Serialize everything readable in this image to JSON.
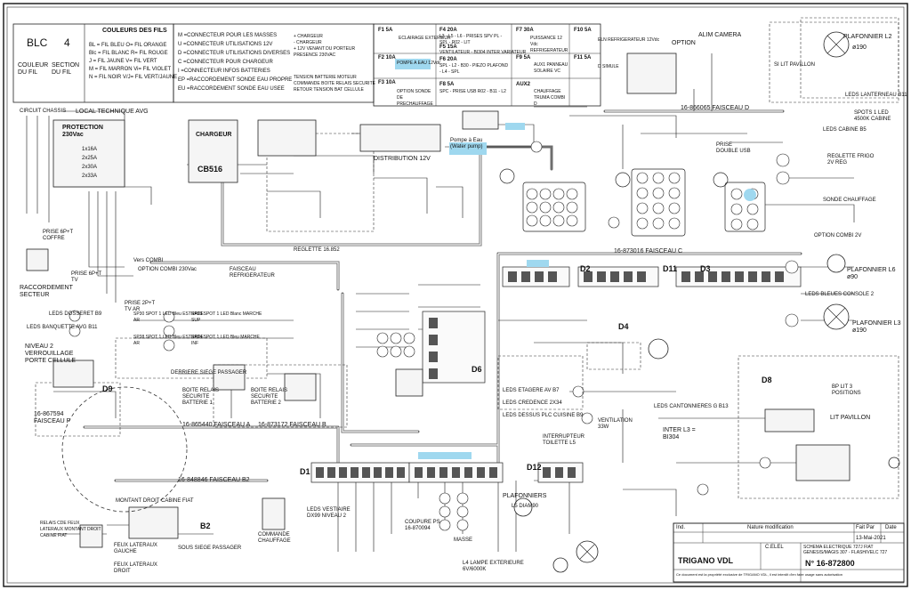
{
  "legend": {
    "key_code": "BLC",
    "key_section": "4",
    "key_colour_caption": "COULEUR DU FIL",
    "key_section_caption": "SECTION DU FIL",
    "title": "COULEURS DES FILS",
    "colours": [
      "BL = FIL BLEU   O= FIL ORANGE",
      "Blc = FIL BLANC R= FIL ROUGE",
      "J = FIL JAUNE  V= FIL VERT",
      "M = FIL MARRON Vi= FIL VIOLET",
      "N = FIL NOIR   V/J= FIL VERT/JAUNE"
    ],
    "connectors": [
      "M =CONNECTEUR POUR LES MASSES",
      "U =CONNECTEUR UTILISATIONS 12V",
      "D =CONNECTEUR UTILISATIONS DIVERSES",
      "C =CONNECTEUR POUR CHARGEUR",
      "I =CONNECTEUR INFOS BATTERIES",
      "EP =RACCORDEMENT SONDE EAU PROPRE",
      "EU =RACCORDEMENT SONDE EAU USEE"
    ],
    "charger_pins": [
      "+ CHARGEUR",
      "- CHARGEUR",
      "+ 12V VENANT DU PORTEUR",
      "PRESENCE 230VAC"
    ],
    "info_pins": [
      "TENSION BATTERIE MOTEUR",
      "COMMANDE BOITE RELAIS SECURITE",
      "RETOUR TENSION BAT CELLULE"
    ]
  },
  "fuses": [
    {
      "id": "F1 5A",
      "label": "ECLAIRAGE EXTERIEUR"
    },
    {
      "id": "F2 10A",
      "label": "POMPE A EAU 12Vdc"
    },
    {
      "id": "F3 10A",
      "label": "OPTION SONDE DE PRECHAUFFAGE"
    },
    {
      "id": "F4 20A",
      "label": "L3 - L5 - L6 - PRISES SPV PL - SPL - R02 - LIT"
    },
    {
      "id": "F5 15A",
      "label": "VENTILATEUR - BI304 INTER VARIATEUR"
    },
    {
      "id": "F6 20A",
      "label": "SPL - L2 - B30 - PIEZO PLAFOND - L4 - SPL"
    },
    {
      "id": "F7 30A",
      "label": "PUISSANCE 12 Vdc REFRIGERATEUR"
    },
    {
      "id": "F8 5A",
      "label": "SPC - PRISE USB R02 - B11 - L2"
    },
    {
      "id": "F9 5A",
      "label": "AUX1 PANNEAU SOLAIRE VC"
    },
    {
      "id": "F10 5A",
      "label": "ELN REFRIGERATEUR 12Vdc"
    },
    {
      "id": "F11 5A",
      "label": "D SIMULE"
    },
    {
      "id": "AUX2",
      "label": "CHAUFFAGE TRUMA COMBI D"
    }
  ],
  "labels": {
    "option": "OPTION",
    "alim_camera": "ALIM CAMERA",
    "local_technique": "LOCAL TECHNIQUE AVG",
    "circuit_chassis": "CIRCUIT CHASSIS",
    "protection": "PROTECTION 230Vac",
    "breakers": [
      "1x16A",
      "2x25A",
      "2x30A",
      "2x33A"
    ],
    "chargeur": "CHARGEUR",
    "cb516": "CB516",
    "distribution": "DISTRIBUTION 12V",
    "pompe": "Pompe à Eau (Water pump)",
    "raccordement": "RACCORDEMENT SECTEUR",
    "prise_tv": "PRISE 6P+T TV",
    "prise_coffre": "PRISE 6P+T COFFRE",
    "prise_tv_ar": "PRISE 2P+T TV AR",
    "vers_combi": "Vers COMBI",
    "option_combi": "OPTION COMBI 230Vac",
    "leds_banquette": "LEDS BANQUETTE AVG B11",
    "leds_dosseret": "LEDS DOSSERET B9",
    "niveau2_verrou": "NIVEAU 2 VERROUILLAGE PORTE CELLULE",
    "faisceau_p": "16-867594 FAISCEAU P",
    "montant": "MONTANT DROIT CABINE FIAT",
    "faisceau_b2": "16-848846 FAISCEAU B2",
    "b2": "B2",
    "sous_siege": "SOUS SIEGE PASSAGER",
    "commande_chauffage": "COMMANDE CHAUFFAGE",
    "relais": "RELAIS CDE FEUX LATERAUX MONTANT DROIT CABINE FIAT",
    "feux_gauche": "FEUX LATERAUX GAUCHE",
    "feux_droit": "FEUX LATERAUX DROIT",
    "boite_relais": "BOITE RELAIS SECURITE BATTERIE 1",
    "boite_relais2": "BOITE RELAIS SECURITE BATTERIE 2",
    "derriere_siege": "DERRIERE SIEGE PASSAGER",
    "reglette": "REGLETTE 16.852",
    "faisceau_refrig": "FAISCEAU REFRIGERATEUR",
    "spot1": "SP30 SPOT 1 LED Bleu ESTRADE AR",
    "spot2": "SP93 SPOT 1 LED Blanc MARCHE SUP",
    "spot3": "SP94 SPOT 1 LED Bleu MARCHE INF",
    "spot4": "SP38 SPOT 1 LED Bleu ESTRADE AR",
    "plafonnier_l2": "PLAFONNIER L2",
    "plafonnier_l2_d": "ø190",
    "plafonnier_l6": "PLAFONNIER L6 ø90",
    "plafonnier_l3": "PLAFONNIER L3 ø190",
    "si_lit_pavillon": "SI LIT PAVILLON",
    "leds_lanterneau": "LEDS LANTERNEAU B11",
    "spots_leds": "SPOTS 1 LED 4500K CABINE",
    "leds_cabine": "LEDS CABINE B5",
    "prise_usb": "PRISE DOUBLE USB",
    "reglette_frigo": "REGLETTE FRIGO 2V REG",
    "option_combi2": "OPTION COMBI 2V",
    "sonde_chauffage": "SONDE CHAUFFAGE",
    "leds_bleues": "LEDS BLEUES CONSOLE 2",
    "faisceau_c": "16-873016 FAISCEAU C",
    "faisceau_d": "16-866065 FAISCEAU D",
    "faisceau_a": "16-865440 FAISCEAU A",
    "faisceau_b": "16-873172 FAISCEAU B",
    "d1": "D1",
    "d2": "D2",
    "d3": "D3",
    "d4": "D4",
    "d6": "D6",
    "d8": "D8",
    "d9": "D9",
    "d11": "D11",
    "d12": "D12",
    "plafonniers": "PLAFONNIERS",
    "l5": "L5 DIAM90",
    "coupure": "COUPURE PS 16-870094",
    "masse": "MASSE",
    "lampe_ext": "L4 LAMPE EXTERIEURE 6V/6000K",
    "inter_l3": "INTER L3 = BI304",
    "lit_pavillon": "LIT PAVILLON",
    "bp_lit": "BP LIT 3 POSITIONS",
    "leds_vestiaire": "LEDS VESTIAIRE DX99 NIVEAU 2",
    "interrupteur": "INTERRUPTEUR TOILETTE L5",
    "leds_etagere": "LEDS ETAGERE AV B7",
    "leds_credence": "LEDS CREDENCE 2X34",
    "leds_dessus": "LEDS DESSUS PLC CUISINE B9",
    "leds_cantonniere": "LEDS CANTONNIERES G B13",
    "ventilation": "VENTILATION 33W"
  },
  "title_block": {
    "company": "TRIGANO VDL",
    "designation": "SCHEMA ELECTRIQUE 727J FIAT GENESIS/MAGIS 307 - FLASH/VELC 727",
    "number": "N° 16-872800",
    "code": "C.ELEL",
    "date": "13-Mai-2021",
    "ind": "Ind.",
    "nature": "Nature modification",
    "fait_par": "Fait Par",
    "date_label": "Date",
    "copyright": "Ce document est la propriété exclusive de TRIGANO VDL, il est interdit d'en faire usage sans autorisation"
  }
}
